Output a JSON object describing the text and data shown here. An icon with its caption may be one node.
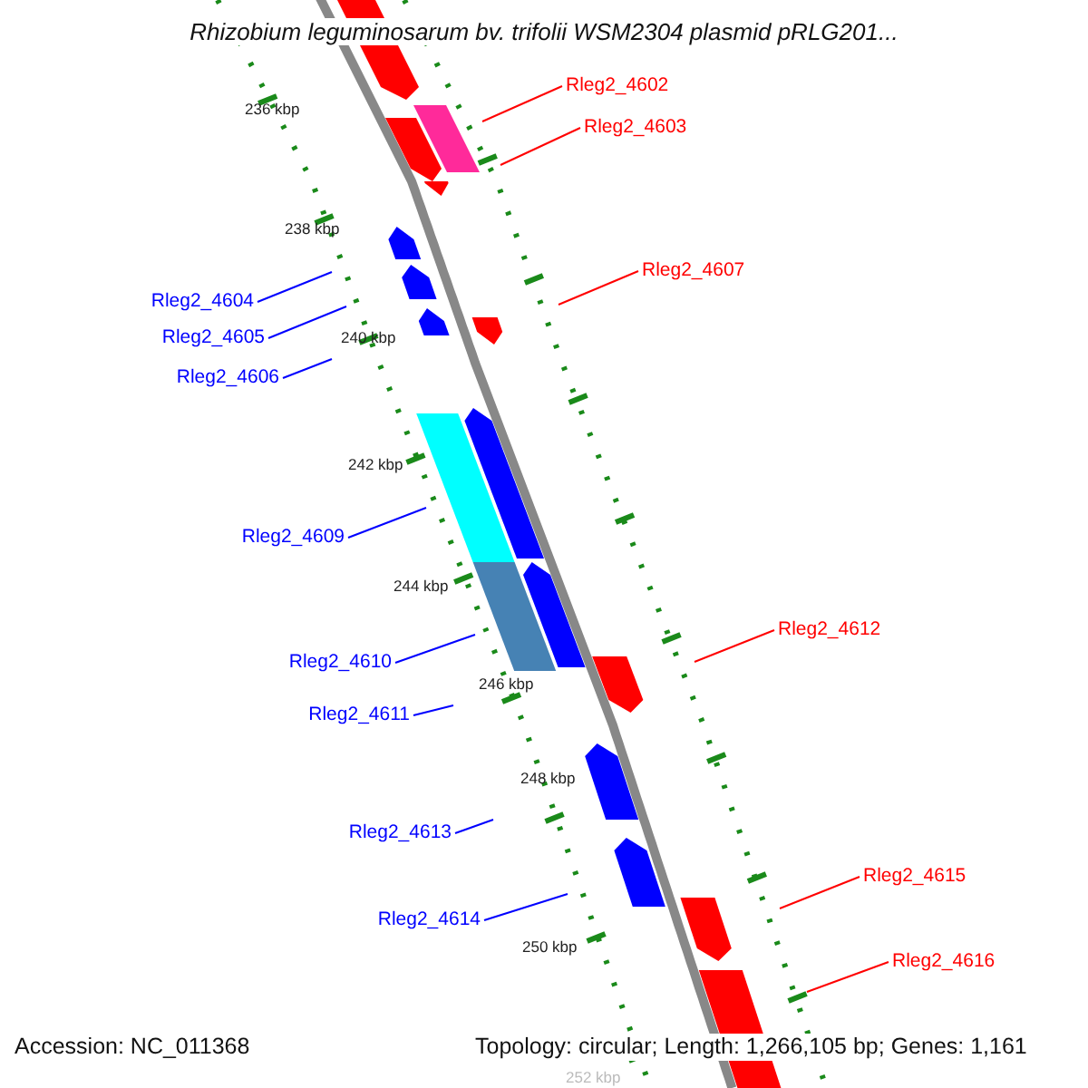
{
  "diagram": {
    "title": "Rhizobium leguminosarum bv. trifolii WSM2304 plasmid pRLG201...",
    "nodes": [
      {
        "text": [
          "Rleg2_4602"
        ]
      },
      {
        "text": [
          "Rleg2_4603"
        ]
      },
      {
        "text": [
          "Rleg2_4607"
        ]
      },
      {
        "text": [
          "Rleg2_4604"
        ]
      },
      {
        "text": [
          "Rleg2_4605"
        ]
      },
      {
        "text": [
          "Rleg2_4606"
        ]
      },
      {
        "text": [
          "Rleg2_4609"
        ]
      },
      {
        "text": [
          "Rleg2_4612"
        ]
      },
      {
        "text": [
          "Rleg2_4610"
        ]
      },
      {
        "text": [
          "Rleg2_4611"
        ]
      },
      {
        "text": [
          "Rleg2_4613"
        ]
      },
      {
        "text": [
          "Rleg2_4615"
        ]
      },
      {
        "text": [
          "Rleg2_4614"
        ]
      },
      {
        "text": [
          "Rleg2_4616"
        ]
      }
    ],
    "edges": [
      {
        "from": 0,
        "to": null,
        "arrow": "none",
        "color": "#ff0000"
      },
      {
        "from": 1,
        "to": null,
        "arrow": "none",
        "color": "#ff0000"
      },
      {
        "from": 2,
        "to": null,
        "arrow": "none",
        "color": "#ff0000"
      },
      {
        "from": 3,
        "to": null,
        "arrow": "none",
        "color": "#0000ff"
      },
      {
        "from": 4,
        "to": null,
        "arrow": "none",
        "color": "#0000ff"
      },
      {
        "from": 5,
        "to": null,
        "arrow": "none",
        "color": "#0000ff"
      },
      {
        "from": 6,
        "to": null,
        "arrow": "none",
        "color": "#0000ff"
      },
      {
        "from": 7,
        "to": null,
        "arrow": "none",
        "color": "#ff0000"
      },
      {
        "from": 8,
        "to": null,
        "arrow": "none",
        "color": "#0000ff"
      },
      {
        "from": 9,
        "to": null,
        "arrow": "none",
        "color": "#0000ff"
      },
      {
        "from": 10,
        "to": null,
        "arrow": "none",
        "color": "#0000ff"
      },
      {
        "from": 11,
        "to": null,
        "arrow": "none",
        "color": "#ff0000"
      },
      {
        "from": 12,
        "to": null,
        "arrow": "none",
        "color": "#0000ff"
      },
      {
        "from": 13,
        "to": null,
        "arrow": "none",
        "color": "#ff0000"
      }
    ],
    "labels": [
      "236 kbp",
      "238 kbp",
      "240 kbp",
      "242 kbp",
      "244 kbp",
      "246 kbp",
      "248 kbp",
      "250 kbp",
      "252 kbp",
      "Accession: NC_011368",
      "Topology: circular; Length: 1,266,105 bp; Genes: 1,161"
    ]
  }
}
